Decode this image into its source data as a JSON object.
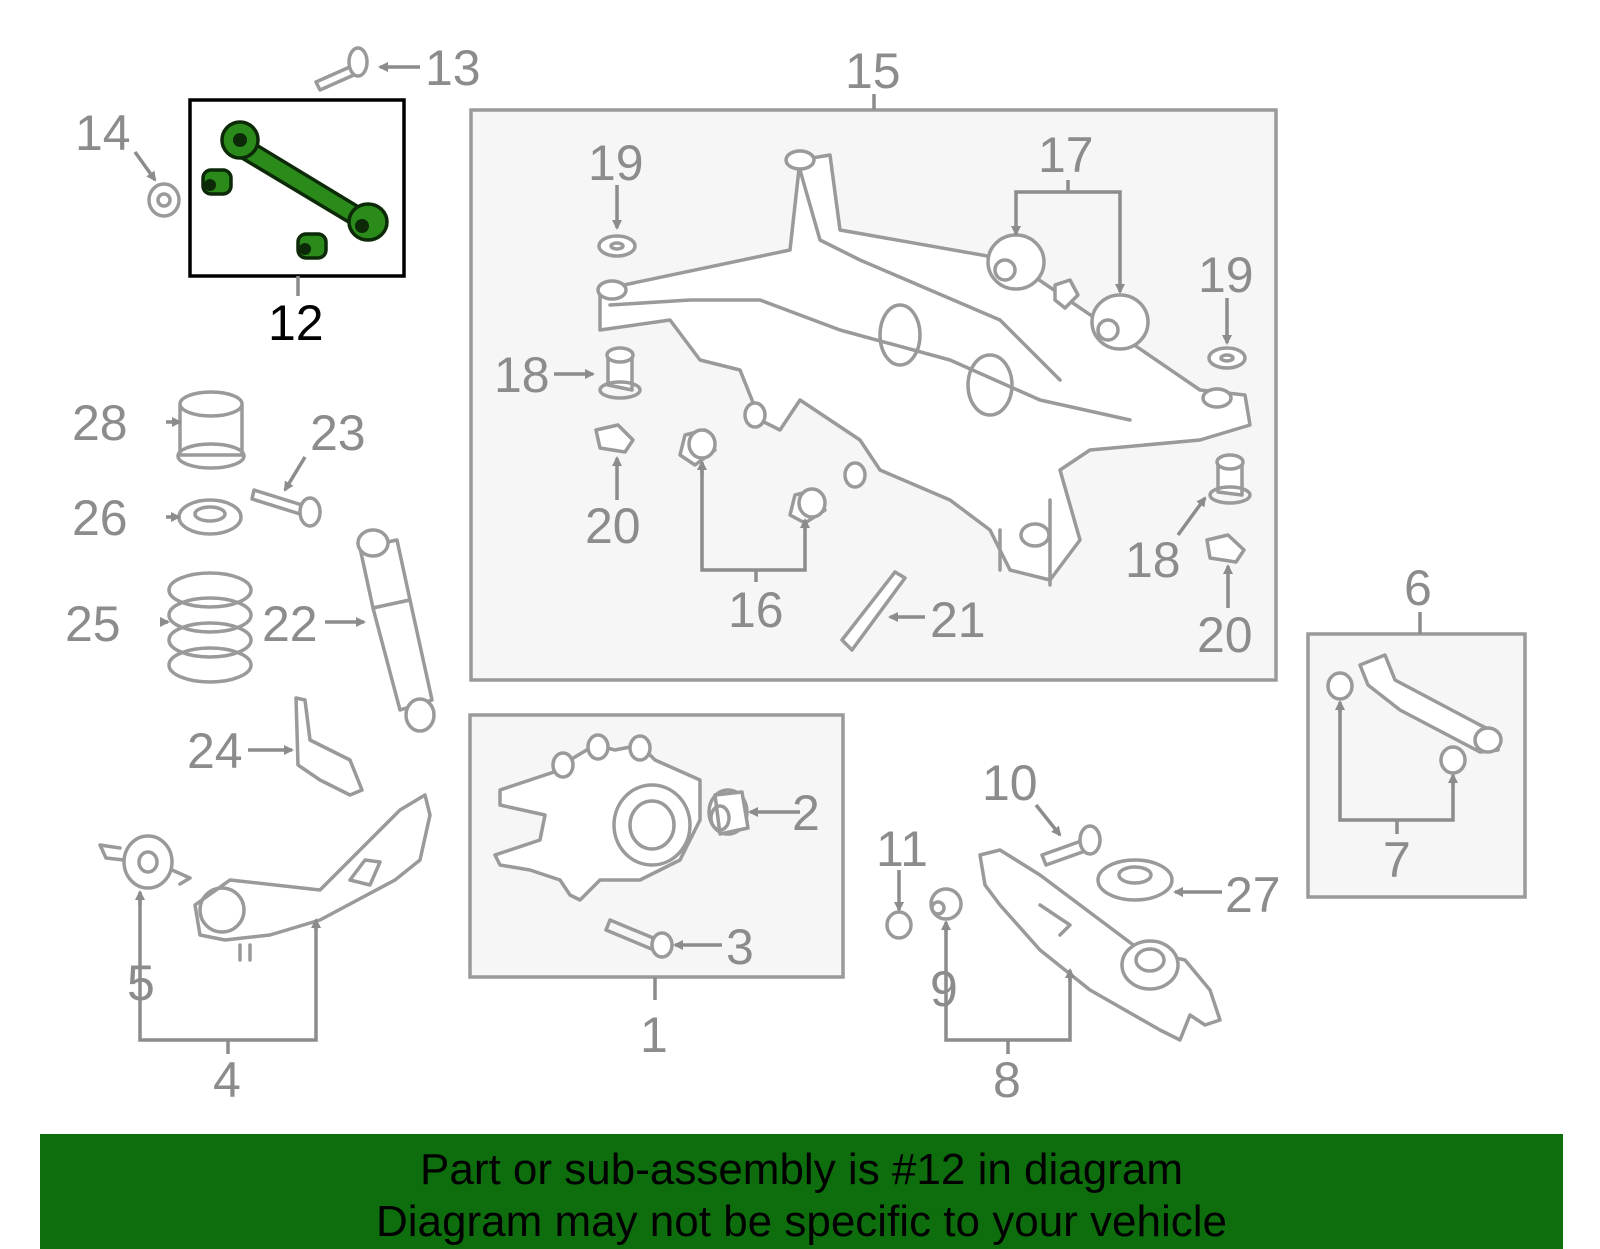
{
  "diagram": {
    "highlighted_part": "12",
    "callouts": [
      "1",
      "2",
      "3",
      "4",
      "5",
      "6",
      "7",
      "8",
      "9",
      "10",
      "11",
      "12",
      "13",
      "14",
      "15",
      "16",
      "17",
      "18",
      "19",
      "20",
      "21",
      "22",
      "23",
      "24",
      "25",
      "26",
      "27",
      "28"
    ],
    "colors": {
      "highlight_fill": "#2a8a1a",
      "banner_background": "#0e6e0e",
      "part_stroke": "#9a9a9a"
    }
  },
  "labels": {
    "c1": "1",
    "c2": "2",
    "c3": "3",
    "c4": "4",
    "c5": "5",
    "c6": "6",
    "c7": "7",
    "c8": "8",
    "c9": "9",
    "c10": "10",
    "c11": "11",
    "c12": "12",
    "c13": "13",
    "c14": "14",
    "c15": "15",
    "c16": "16",
    "c17": "17",
    "c18a": "18",
    "c18b": "18",
    "c19a": "19",
    "c19b": "19",
    "c20a": "20",
    "c20b": "20",
    "c21": "21",
    "c22": "22",
    "c23": "23",
    "c24": "24",
    "c25": "25",
    "c26": "26",
    "c27": "27",
    "c28": "28"
  },
  "banner": {
    "line1": "Part or sub-assembly is #12 in diagram",
    "line2": "Diagram may not be specific to your vehicle"
  }
}
